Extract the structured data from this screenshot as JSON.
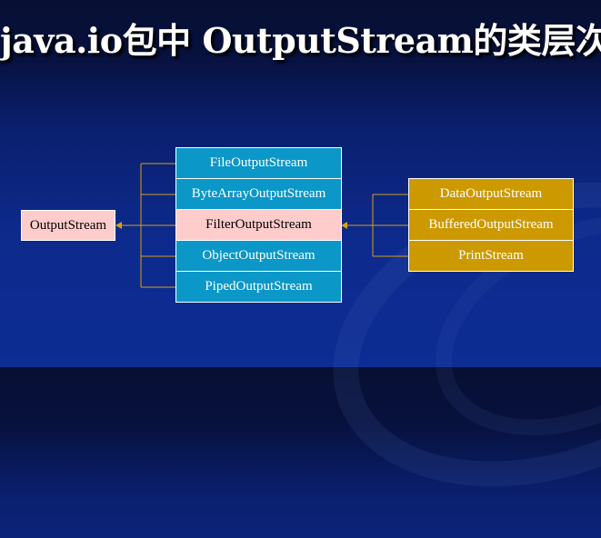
{
  "title": "java.io包中 OutputStream的类层次",
  "colors": {
    "background": "#0d2a8c",
    "middle_box": "#0b97c7",
    "filter_box": "#ffcccc",
    "right_box": "#cc9900",
    "connector": "#d4a017"
  },
  "root": {
    "label": "OutputStream"
  },
  "middle": [
    {
      "label": "FileOutputStream"
    },
    {
      "label": "ByteArrayOutputStream"
    },
    {
      "label": "FilterOutputStream"
    },
    {
      "label": "ObjectOutputStream"
    },
    {
      "label": "PipedOutputStream"
    }
  ],
  "right": [
    {
      "label": "DataOutputStream"
    },
    {
      "label": "BufferedOutputStream"
    },
    {
      "label": "PrintStream"
    }
  ]
}
